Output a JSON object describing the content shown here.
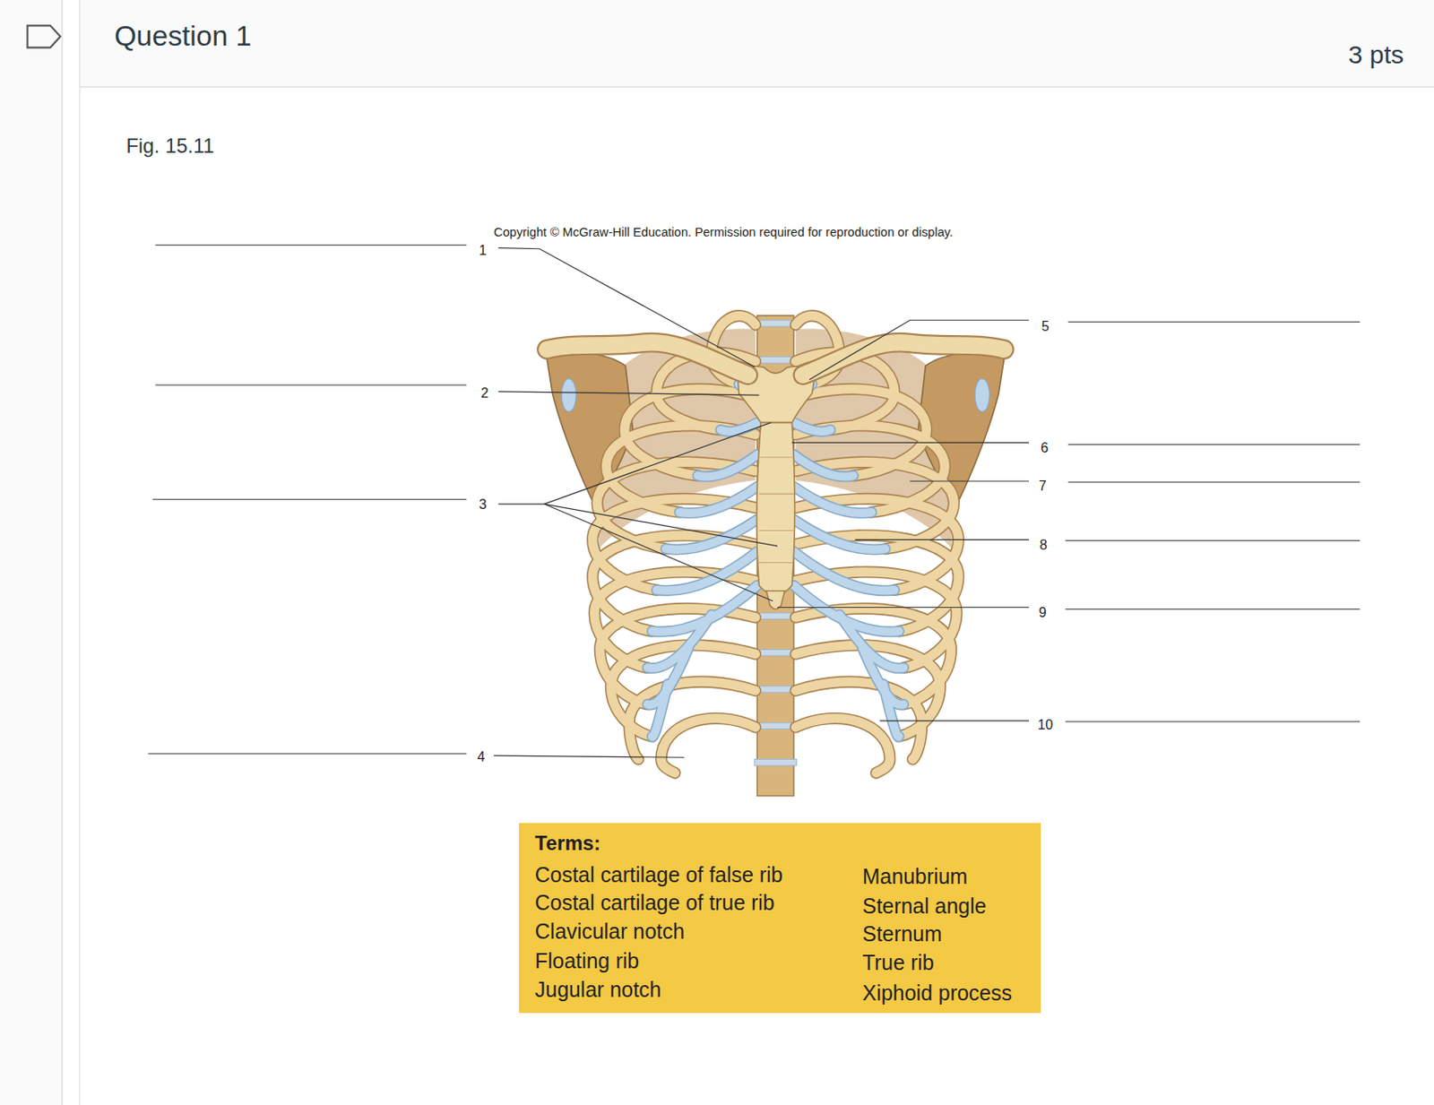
{
  "diagram": {
    "title": "Question 1",
    "nodes": [
      {
        "text": [
          "Terms:",
          "Costal cartilage of false rib",
          "Costal cartilage of true rib",
          "Clavicular notch",
          "Floating rib",
          "Jugular notch",
          "Manubrium",
          "Sternal angle",
          "Sternum",
          "True rib",
          "Xiphoid process"
        ]
      }
    ],
    "labels": [
      "3 pts",
      "Fig. 15.11",
      "Copyright © McGraw-Hill Education. Permission required for reproduction or display.",
      "1",
      "2",
      "3",
      "4",
      "5",
      "6",
      "7",
      "8",
      "9",
      "10"
    ]
  }
}
